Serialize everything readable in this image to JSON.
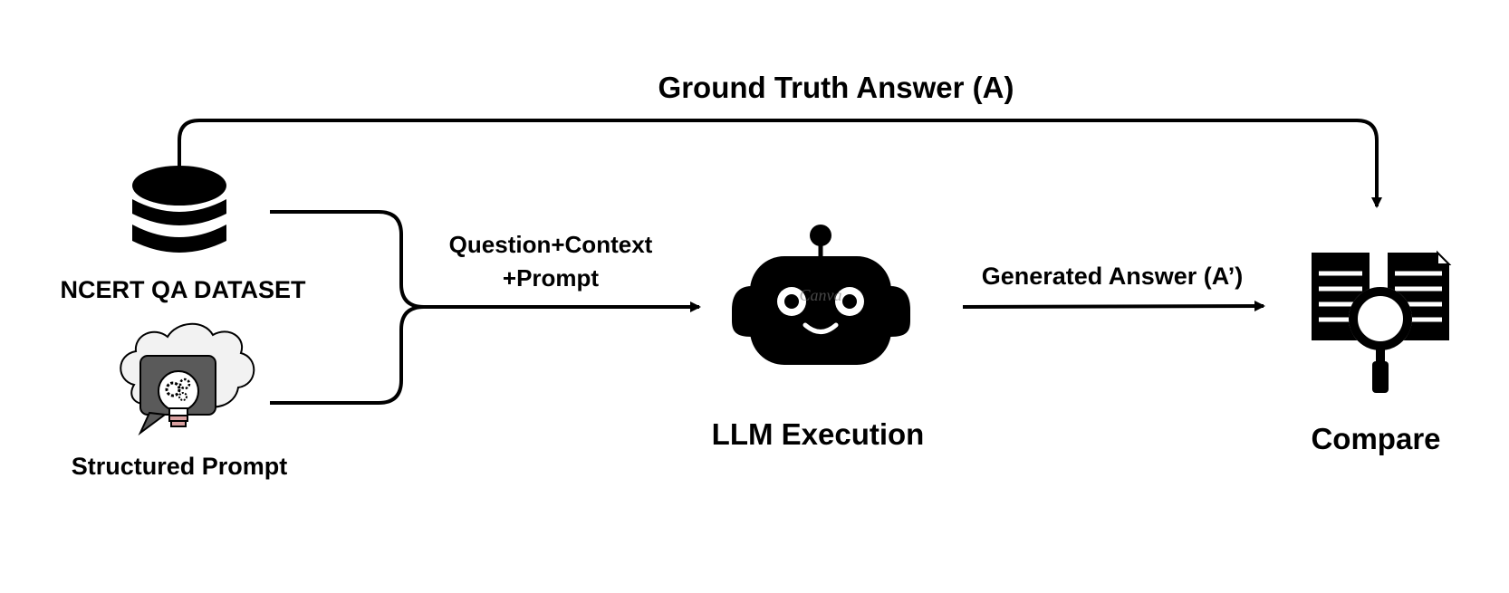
{
  "diagram": {
    "top_edge_label": "Ground Truth Answer (A)",
    "input_edge_label_line1": "Question+Context",
    "input_edge_label_line2": "+Prompt",
    "output_edge_label": "Generated Answer (A’)",
    "nodes": {
      "dataset": {
        "label": "NCERT QA DATASET",
        "icon": "database-icon"
      },
      "prompt": {
        "label": "Structured Prompt",
        "icon": "lightbulb-gears-icon"
      },
      "llm": {
        "label": "LLM Execution",
        "icon": "robot-icon",
        "watermark": "Canva"
      },
      "compare": {
        "label": "Compare",
        "icon": "document-magnifier-icon"
      }
    },
    "colors": {
      "ink": "#000000",
      "background": "#ffffff",
      "prompt_icon_fill": "#5a5a5a",
      "prompt_cloud_fill": "#f2f2f2"
    }
  }
}
